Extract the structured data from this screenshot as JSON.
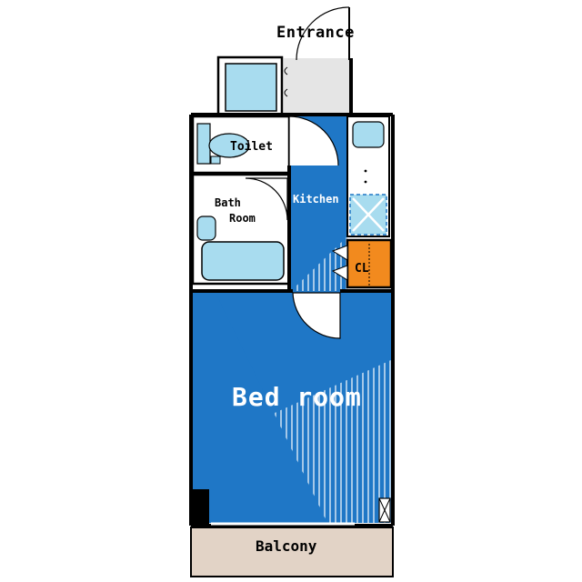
{
  "labels": {
    "entrance": "Entrance",
    "toilet": "Toilet",
    "bath_line1": "Bath",
    "bath_line2": "Room",
    "kitchen": "Kitchen",
    "closet": "CL",
    "bedroom": "Bed room",
    "balcony": "Balcony"
  },
  "colors": {
    "wall": "#000000",
    "bedroom_floor": "#1f77c6",
    "fixture_blue": "#a8dcef",
    "closet": "#f28a1e",
    "balcony": "#e2d3c6",
    "entrance_floor": "#e5e5e5",
    "white": "#ffffff"
  }
}
